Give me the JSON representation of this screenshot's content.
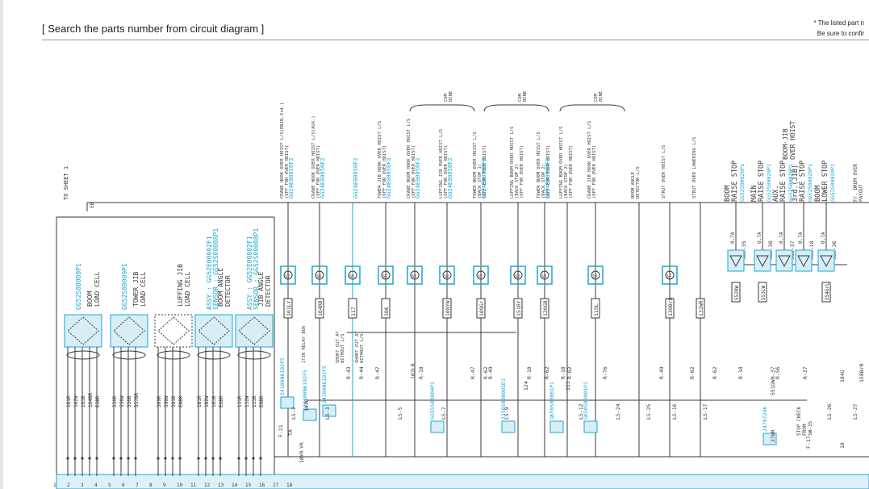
{
  "header": {
    "title": "[ Search the parts number from circuit diagram ]",
    "note_line1": "* The listed part n",
    "note_line2": "Be sure to confir"
  },
  "colors": {
    "cyan": "#1aa7d4",
    "line": "#3a3a3a",
    "box_fill": "#d7eef7",
    "bottom_band": "#dff1f8"
  },
  "left_block": {
    "to_sheet": "TO SHEET 1",
    "e_label": "EB"
  },
  "detectors": [
    {
      "part": "GG52S00009P1",
      "name": "BOOM\nLOAD CELL",
      "boxed": true,
      "wires": [
        "161R",
        "162W",
        "163B",
        "164BR",
        "E5BR"
      ]
    },
    {
      "part": "GG52S00009P1",
      "name": "TOWER JIB\nLOAD CELL",
      "boxed": true,
      "wires": [
        "556R",
        "556W",
        "556B",
        "557BR"
      ]
    },
    {
      "part": "",
      "name": "LUFFING JIB\nLOAD CELL",
      "boxed": false,
      "wires": [
        "589R",
        "590W",
        "591B",
        "E8BR"
      ]
    },
    {
      "part": "ASSY : GG52E00002F1\nSENSOR : GG52S00008P1",
      "name": "BOOM ANGLE\nDETECTOR",
      "boxed": true,
      "wires": [
        "181R",
        "182W",
        "183B",
        "E6BR"
      ]
    },
    {
      "part": "ASSY : GG52E00002F1\nSENSOR : GG52S00008P1",
      "name": "JIB ANGLE\nDETECTOR",
      "boxed": true,
      "wires": [
        "131R",
        "132W",
        "133B",
        "E9BR"
      ]
    }
  ],
  "switches": [
    {
      "desc": "CRANE HOOK OVER HOIST L/S(MAIN,3rd.)\n(OFF FOR OVER HOIST)",
      "part": "GG24E00050F2",
      "sw": "S3",
      "wire": "101LY"
    },
    {
      "desc": "CRANE HOOK OVER HOIST L/S(AUX.)\n(OFF FOR OVER HOIST)",
      "part": "GG24E00050F2",
      "sw": "S4",
      "wire": "104RB"
    },
    {
      "desc": "",
      "part": "GG24E00050F2",
      "sw": "S6",
      "wire": "117"
    },
    {
      "desc": "TOWER JIB HOOK OVER HOIST L/S\n(OFF FOR OVER HOIST)",
      "part": "GG24E00050F2",
      "sw": "S6",
      "wire": "106"
    },
    {
      "desc": "CRANE BOOM HOOK OVER HOIST L/S\n(OFF FOR OVER HOIST)",
      "part": "GG24E00050F2",
      "sw": "S6",
      "wire": ""
    },
    {
      "desc": "LUFFING JIB OVER HOIST L/S\n(OFF FOR OVER HOIST)",
      "part": "GG24E00050F2",
      "sw": "S9",
      "wire": "108YW"
    },
    {
      "desc": "TOWER BOOM OVER HOIST L/S\n(BACK STOP 1)\n(OFF FOR OVER HOIST)",
      "part": "GG24E00050F2",
      "sw": "S7",
      "wire": "109Gr"
    },
    {
      "desc": "LUFFING BOOM OVER HOIST L/S\n(BACK STOP 2)\n(OFF FOR OVER HOIST)",
      "part": "",
      "sw": "S8",
      "wire": "151RY"
    },
    {
      "desc": "TOWER BOOM OVER HOIST L/S\n(BACK STOP 2)\n(OFF FOR OVER HOIST)",
      "part": "GG24E00050F2",
      "sw": "S9",
      "wire": "120GB"
    },
    {
      "desc": "LUFFING BOOM OVER HOIST L/S\n(BACK STOP 2)\n(OFF FOR OVER HOIST)",
      "part": "",
      "sw": "",
      "wire": ""
    },
    {
      "desc": "CRANE JIB HOOK OVER HOIST L/S\n(OFF FOR OVER HOIST)",
      "part": "",
      "sw": "S3",
      "wire": "115L"
    },
    {
      "desc": "BOOM ANGLE\nDETECTOR L/S",
      "part": "",
      "sw": "",
      "wire": ""
    },
    {
      "desc": "STRUT OVER HOIST L/S",
      "part": "",
      "sw": "S5",
      "wire": "130BrR"
    },
    {
      "desc": "STRUT OVER LOWERING L/S",
      "part": "",
      "sw": "",
      "wire": "132WR"
    }
  ],
  "combine_labels": [
    "COM\nBINE",
    "COM\nBINE",
    "COM\nBINE"
  ],
  "solenoids": [
    {
      "label": "BOOM\nRAISE STOP",
      "part": "GG52S00020P1",
      "sol": "SOL-35",
      "amp": "0.7A",
      "wire": "552RW"
    },
    {
      "label": "MAIN\nRAISE STOP",
      "part": "GG52S00020P1",
      "sol": "SOL-38",
      "amp": "0.7A",
      "wire": "553LW"
    },
    {
      "label": "AUX.\nRAISE STOP",
      "part": "GG52S00020P1",
      "sol": "SOL-37",
      "amp": "0.7A",
      "wire": ""
    },
    {
      "label": "3rd.(JIB)\nRAISE STOP",
      "part": "GG52S00020P1",
      "sol": "SOL-18",
      "amp": "0.7A",
      "wire": ""
    },
    {
      "label": "BOOM\nLOWER STOP",
      "part": "GG52S00020P1",
      "sol": "SOL-36",
      "amp": "0.7A",
      "wire": "554GrL"
    }
  ],
  "boom_jib_label": "BOOM·JIB\nOVER HOIST",
  "fr_drum": "Fr. DRUM OVER\nPAYOUT",
  "relay_parts": [
    "24100N6192F5",
    "24100N6192F5",
    "24100N6192F5",
    "GG55S00004P1",
    "JJ50S000001D1",
    "GK50S00001P1",
    "GK50S00001P1",
    "24797246"
  ],
  "relay_labels": [
    "1TIN RELAY BOX",
    "SHORT CUT AT\nWITHOUT L/S",
    "SHORT CUT AT\nWITHOUT L/S"
  ],
  "ls_labels": [
    "LS-2",
    "LS-3",
    "LS-5",
    "LS-7",
    "LS-9",
    "LS-12",
    "LS-24",
    "LS-25",
    "LS-16",
    "LS-17",
    "LS-26",
    "LS-27"
  ],
  "r_labels": [
    "R-43",
    "R-44",
    "R-47",
    "R-18",
    "R-47",
    "R-62",
    "R-18",
    "R-62",
    "R-49",
    "R-18",
    "R-62",
    "R-76",
    "R-62",
    "R-49",
    "R-37",
    "R-56",
    "R-37",
    "R-62",
    "R-18"
  ],
  "misc_labels": {
    "f21": "F-21",
    "f17": "F-17",
    "stop_check": "STOP CHECK\nFROM\nSW-35",
    "wire_103p": "103P",
    "wire_107lb": "107LB",
    "wire_124": "124",
    "wire_113": "113",
    "wire_18yr": "18YR",
    "wire_551gw": "551GW",
    "wire_27wr": "27WR",
    "wire_18": "18",
    "wire_184g": "184G",
    "wire_158brr": "158BrR",
    "ta": "TA",
    "yr": "YR"
  },
  "bottom_numbers": [
    "1",
    "2",
    "3",
    "4",
    "5",
    "6",
    "7",
    "8",
    "9",
    "10",
    "11",
    "12",
    "13",
    "14",
    "15",
    "16",
    "17",
    "18"
  ]
}
